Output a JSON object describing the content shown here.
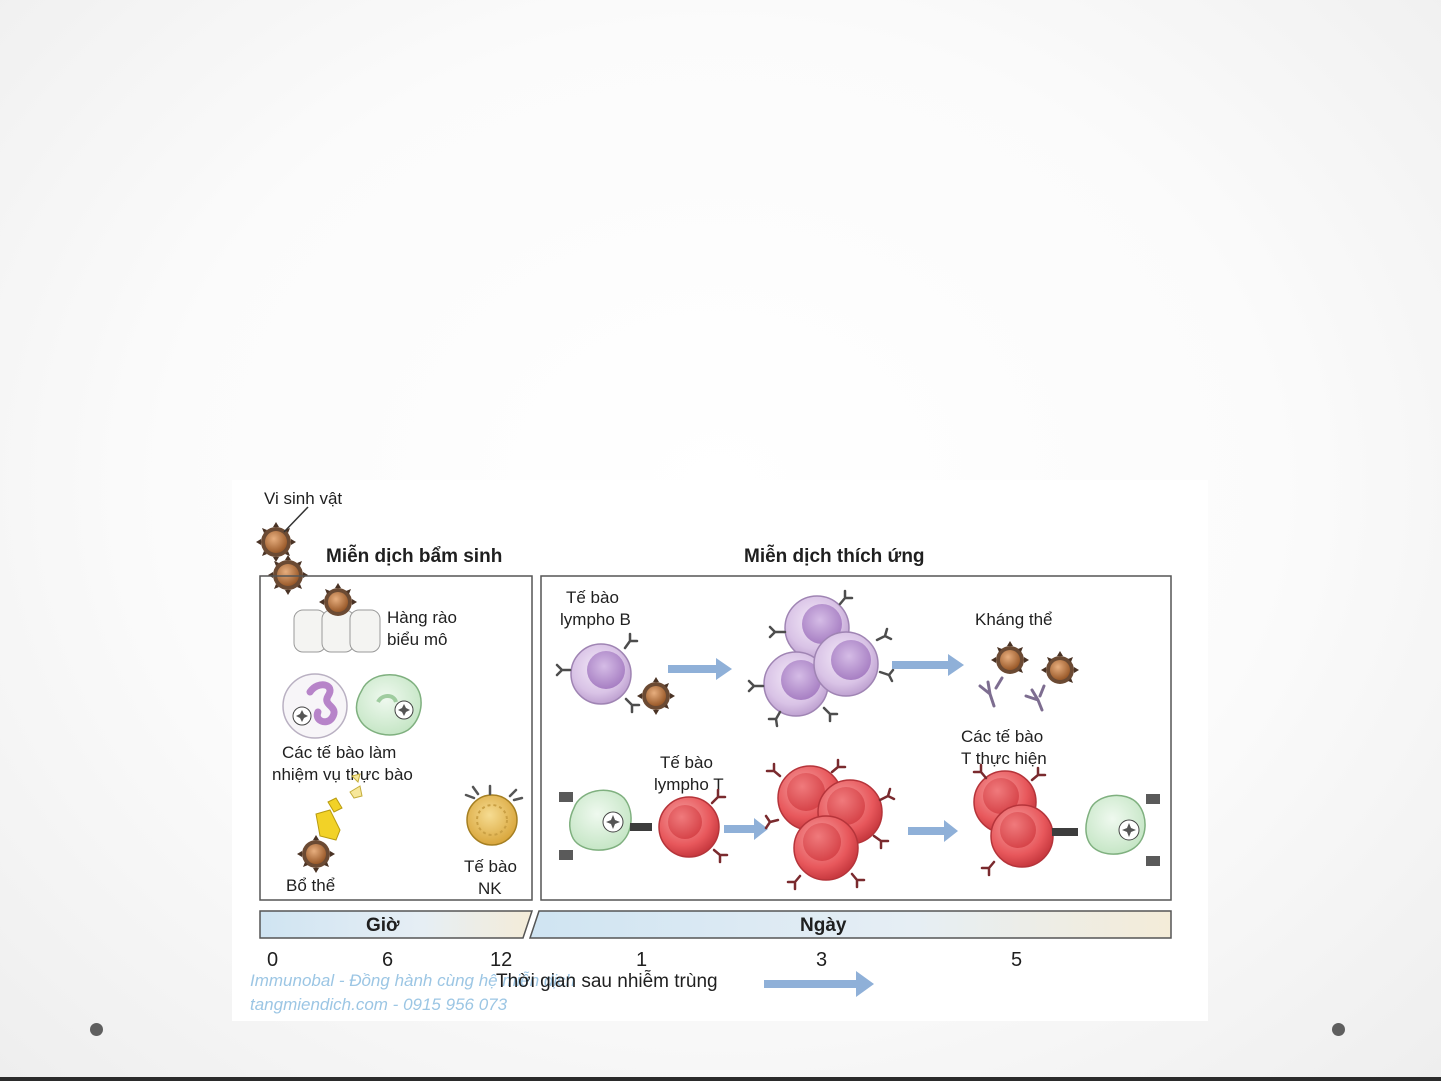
{
  "slide": {
    "bullet_left": "•",
    "bullet_right": "•"
  },
  "figure": {
    "microbe_label": "Vi sinh vật",
    "innate_title": "Miễn dịch bẩm sinh",
    "adaptive_title": "Miễn dịch thích ứng",
    "innate": {
      "epithelial_barrier": [
        "Hàng rào",
        "biểu mô"
      ],
      "phagocytes": [
        "Các tế bào làm",
        "nhiệm vụ thực bào"
      ],
      "complement": "Bổ thể",
      "nk_cells": [
        "Tế bào",
        "NK"
      ]
    },
    "adaptive": {
      "b_lymphocyte": [
        "Tế bào",
        "lympho B"
      ],
      "antibodies": "Kháng thể",
      "t_lymphocyte": [
        "Tế bào",
        "lympho T"
      ],
      "effector_t": [
        "Các tế bào",
        "T thực hiện"
      ]
    },
    "timeline": {
      "hours_label": "Giờ",
      "days_label": "Ngày",
      "ticks": [
        "0",
        "6",
        "12",
        "1",
        "3",
        "5"
      ],
      "axis_title": "Thời gian sau nhiễm trùng"
    },
    "watermark": [
      "Immunobal - Đồng hành cùng hệ miễn dịch",
      "tangmiendich.com - 0915 956 073"
    ],
    "colors": {
      "b_cell": "#d9c3e6",
      "t_cell": "#e8585c",
      "phagocyte": "#cfeccf",
      "microbe": "#a0602e",
      "arrow": "#8fb0d8",
      "nk_cell": "#e7bd55"
    }
  }
}
